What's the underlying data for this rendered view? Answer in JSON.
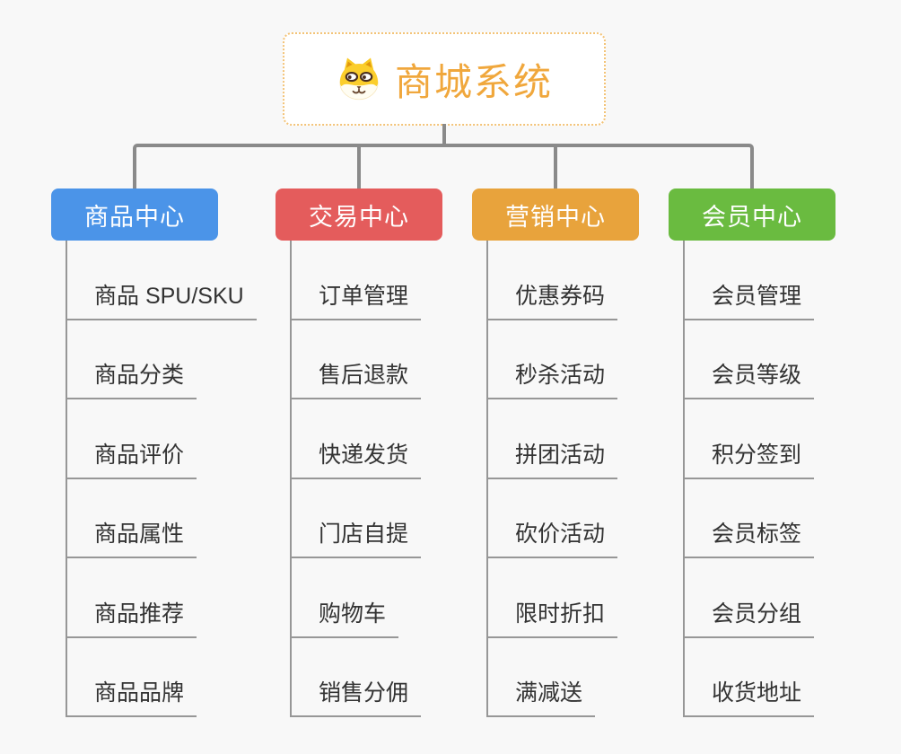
{
  "root": {
    "label": "商城系统",
    "icon": "dog-face-icon",
    "text_color": "#F0A73C",
    "border_color": "#F3C377"
  },
  "branches": [
    {
      "label": "商品中心",
      "color": "#4B94E8",
      "children": [
        "商品 SPU/SKU",
        "商品分类",
        "商品评价",
        "商品属性",
        "商品推荐",
        "商品品牌"
      ]
    },
    {
      "label": "交易中心",
      "color": "#E45C5C",
      "children": [
        "订单管理",
        "售后退款",
        "快递发货",
        "门店自提",
        "购物车",
        "销售分佣"
      ]
    },
    {
      "label": "营销中心",
      "color": "#E8A33C",
      "children": [
        "优惠券码",
        "秒杀活动",
        "拼团活动",
        "砍价活动",
        "限时折扣",
        "满减送"
      ]
    },
    {
      "label": "会员中心",
      "color": "#6ABB40",
      "children": [
        "会员管理",
        "会员等级",
        "积分签到",
        "会员标签",
        "会员分组",
        "收货地址"
      ]
    }
  ],
  "colors": {
    "background": "#F8F8F8",
    "connector_line": "#8A8A8A",
    "sub_line": "#979797",
    "child_text": "#333333"
  }
}
